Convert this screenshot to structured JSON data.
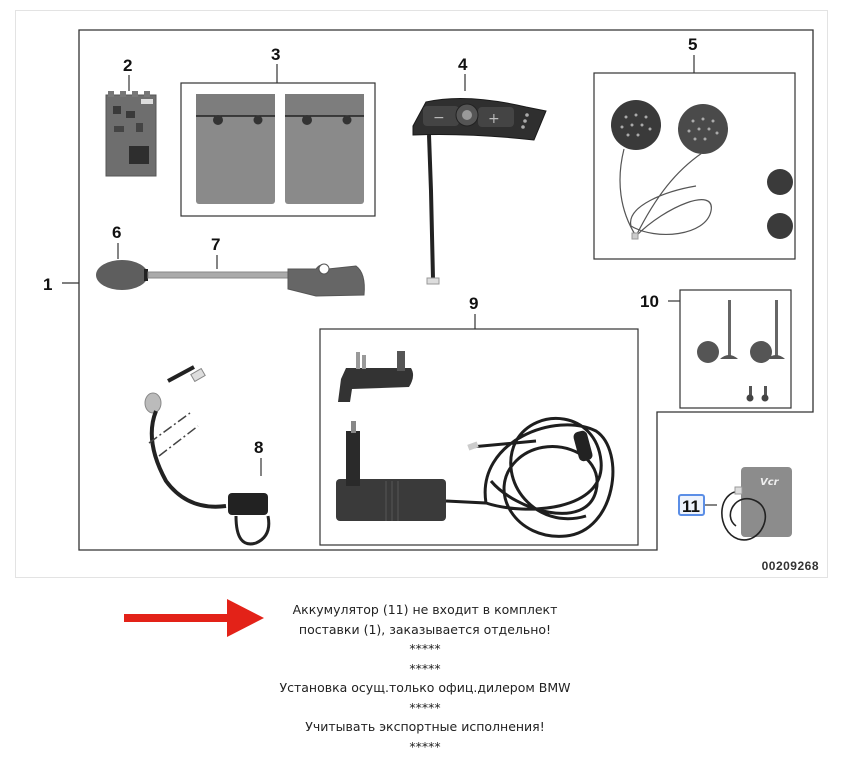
{
  "diagram": {
    "id_code": "00209268",
    "callouts": {
      "c1": "1",
      "c2": "2",
      "c3": "3",
      "c4": "4",
      "c5": "5",
      "c6": "6",
      "c7": "7",
      "c8": "8",
      "c9": "9",
      "c10": "10",
      "c11": "11"
    },
    "parts": [
      {
        "ref": "1",
        "icon": "kit-bundle-outline"
      },
      {
        "ref": "2",
        "icon": "circuit-board-icon"
      },
      {
        "ref": "3",
        "icon": "pouch-pair-icon"
      },
      {
        "ref": "4",
        "icon": "remote-control-icon"
      },
      {
        "ref": "5",
        "icon": "speaker-set-icon"
      },
      {
        "ref": "6",
        "icon": "mic-foam-icon"
      },
      {
        "ref": "7",
        "icon": "mic-boom-icon"
      },
      {
        "ref": "8",
        "icon": "cable-plug-icon"
      },
      {
        "ref": "9",
        "icon": "charger-icon"
      },
      {
        "ref": "10",
        "icon": "mounting-pins-icon"
      },
      {
        "ref": "11",
        "icon": "battery-icon"
      }
    ],
    "highlight_color": "#5b8ee6",
    "remote_labels": {
      "minus": "−",
      "plus": "+"
    },
    "battery_brand": "Vcr"
  },
  "arrow": {
    "color": "#e32218",
    "icon": "arrow-right-icon"
  },
  "notes": {
    "line1": "Аккумулятор (11) не входит в комплект",
    "line2": "поставки (1), заказывается отдельно!",
    "stars1": "*****",
    "stars2": "*****",
    "line3": "Установка осущ.только офиц.дилером BMW",
    "stars3": "*****",
    "line4": "Учитывать экспортные исполнения!",
    "stars4": "*****"
  }
}
